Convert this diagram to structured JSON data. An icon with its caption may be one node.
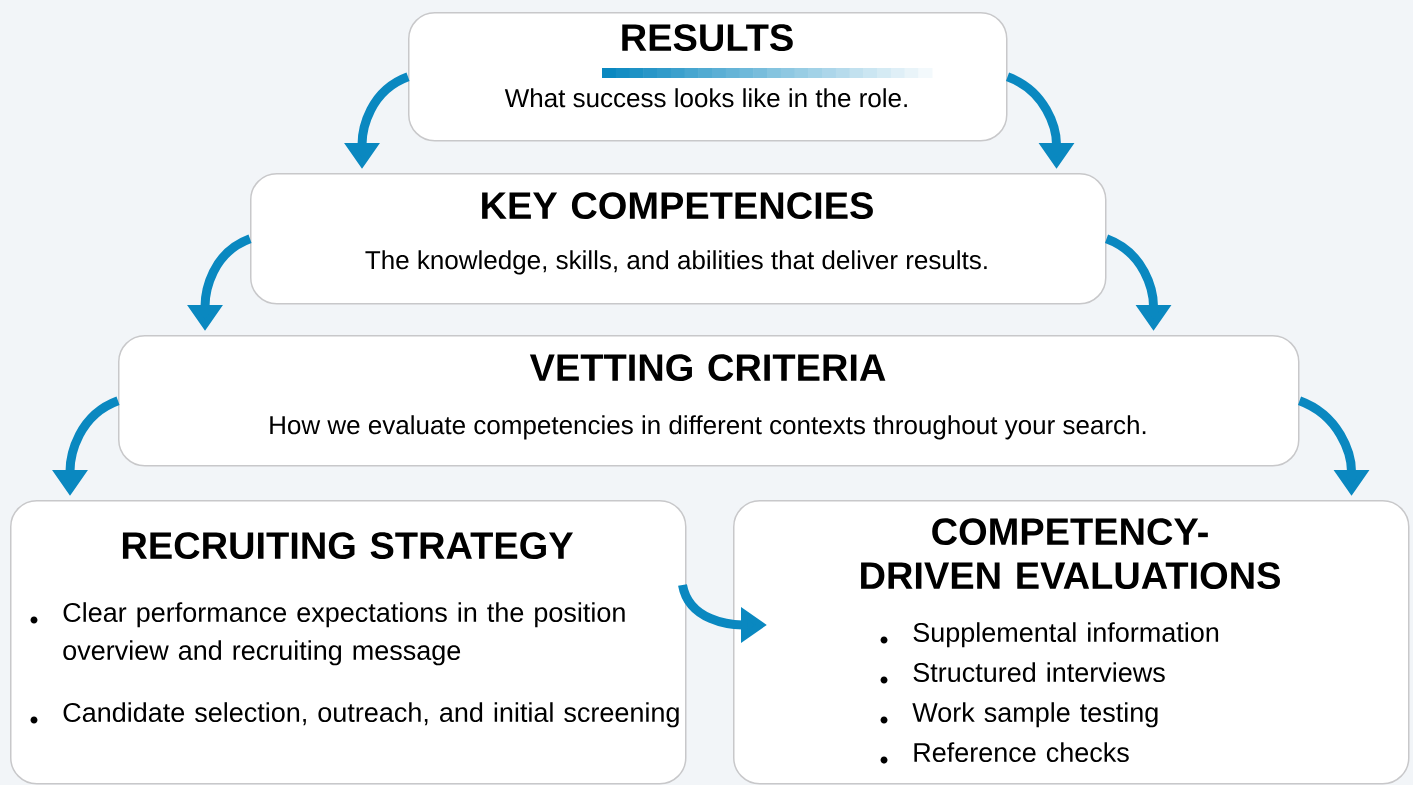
{
  "diagram": {
    "nodes": [
      {
        "text": [
          "RESULTS",
          "What success looks like in the role."
        ]
      },
      {
        "text": [
          "KEY COMPETENCIES",
          "The knowledge, skills, and abilities that deliver results."
        ]
      },
      {
        "text": [
          "VETTING CRITERIA",
          "How we evaluate competencies in different contexts throughout your search."
        ]
      },
      {
        "text": [
          "RECRUITING STRATEGY",
          "Clear performance expectations in the position overview and recruiting message",
          "Candidate selection, outreach, and initial screening"
        ]
      },
      {
        "text": [
          "COMPETENCY-DRIVEN EVALUATIONS",
          "Supplemental information",
          "Structured interviews",
          "Work sample testing",
          "Reference checks"
        ]
      }
    ],
    "edges": [
      {
        "from": 0,
        "to": 1,
        "arrow": "to"
      },
      {
        "from": 0,
        "to": 1,
        "arrow": "to"
      },
      {
        "from": 1,
        "to": 2,
        "arrow": "to"
      },
      {
        "from": 1,
        "to": 2,
        "arrow": "to"
      },
      {
        "from": 2,
        "to": 3,
        "arrow": "to"
      },
      {
        "from": 2,
        "to": 4,
        "arrow": "to"
      },
      {
        "from": 3,
        "to": 4,
        "arrow": "to"
      }
    ]
  }
}
